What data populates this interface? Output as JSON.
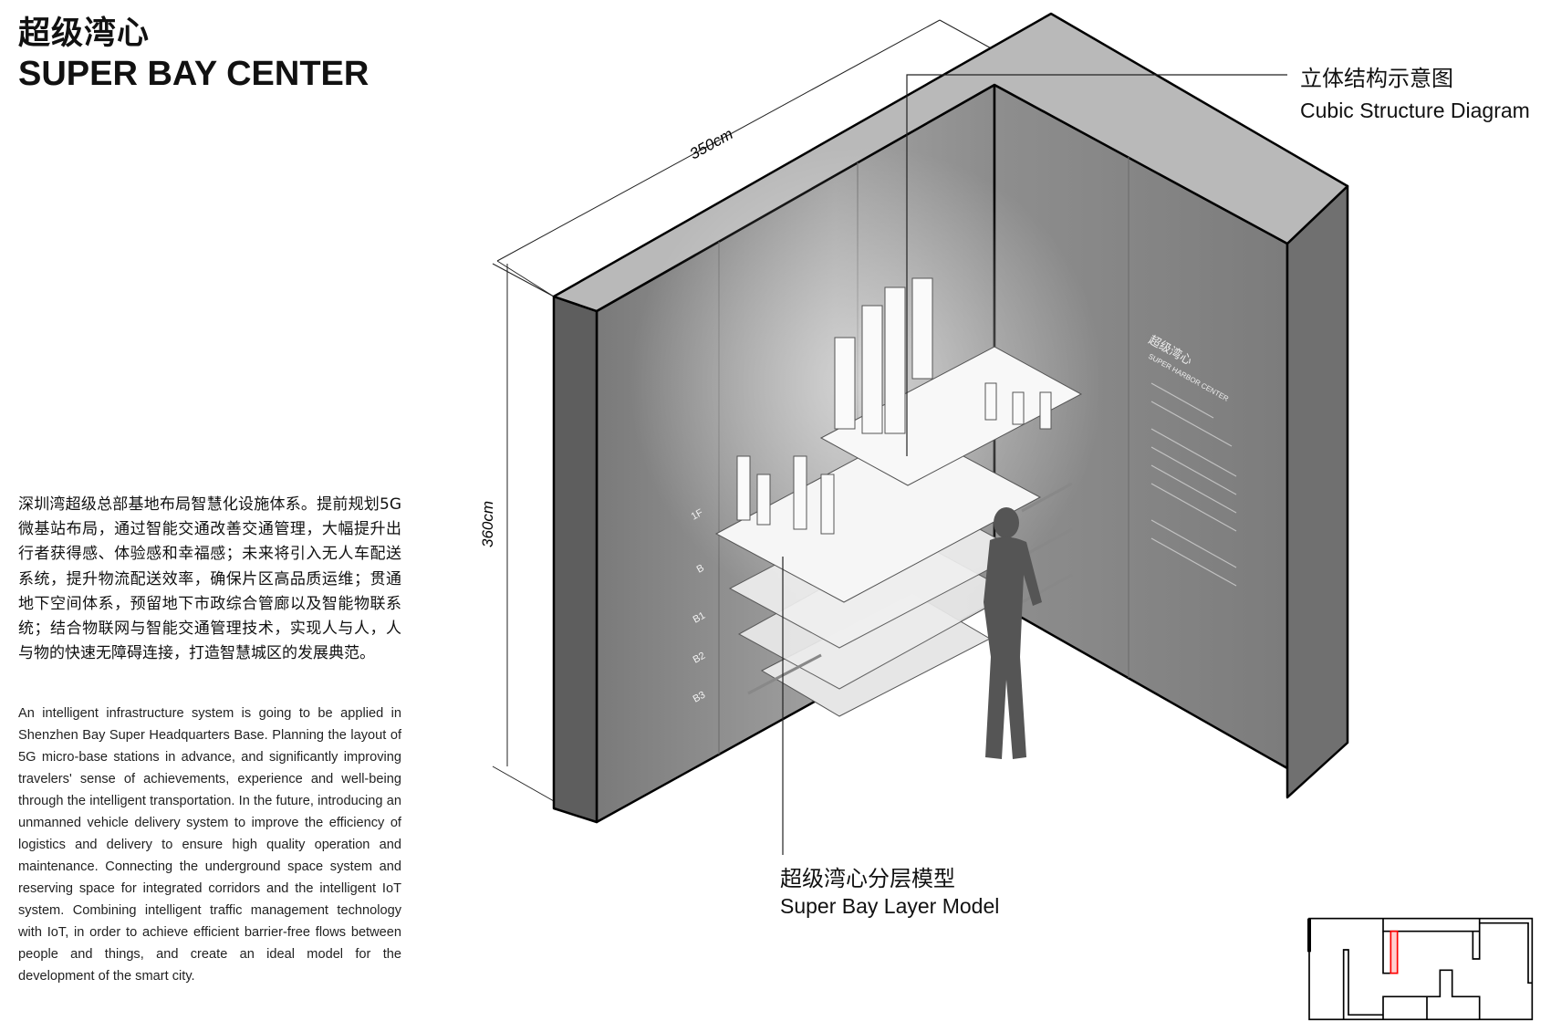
{
  "header": {
    "title_cn": "超级湾心",
    "title_en": "SUPER BAY CENTER"
  },
  "description": {
    "cn": "深圳湾超级总部基地布局智慧化设施体系。提前规划5G微基站布局，通过智能交通改善交通管理，大幅提升出行者获得感、体验感和幸福感；未来将引入无人车配送系统，提升物流配送效率，确保片区高品质运维；贯通地下空间体系，预留地下市政综合管廊以及智能物联系统；结合物联网与智能交通管理技术，实现人与人，人与物的快速无障碍连接，打造智慧城区的发展典范。",
    "en": "An intelligent infrastructure system is going to be applied in Shenzhen Bay Super Headquarters Base. Planning the layout of 5G micro-base stations in advance, and significantly improving travelers' sense of achievements, experience and well-being through the intelligent transportation. In the future, introducing an unmanned vehicle delivery system to improve the efficiency of logistics and delivery to ensure high quality operation and maintenance. Connecting the underground space system and reserving space for integrated corridors and the intelligent IoT system. Combining intelligent traffic management technology with IoT, in order to achieve efficient barrier-free flows between people and things, and create an ideal model for the development of the smart city."
  },
  "dimensions": {
    "width": "350cm",
    "height": "360cm"
  },
  "callouts": {
    "cubic_cn": "立体结构示意图",
    "cubic_en": "Cubic Structure Diagram",
    "layer_cn": "超级湾心分层模型",
    "layer_en": "Super Bay Layer Model"
  },
  "wall_panel": {
    "title_cn": "超级湾心",
    "title_en": "SUPER HARBOR CENTER"
  },
  "floor_labels": [
    "1F",
    "B",
    "B1",
    "B2",
    "B3"
  ],
  "colors": {
    "highlight": "#ff0000",
    "wall": "#8a8a8a"
  }
}
